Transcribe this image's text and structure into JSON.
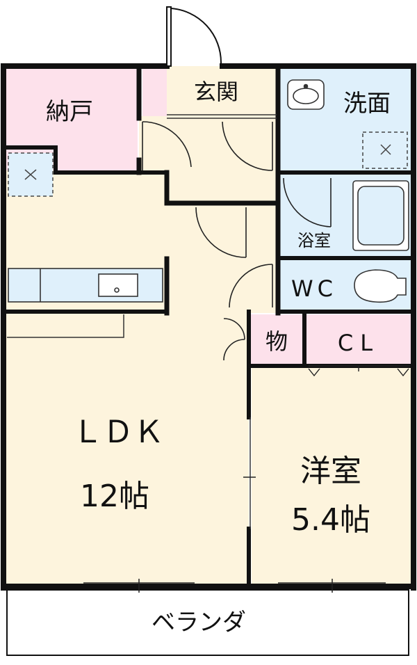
{
  "rooms": {
    "storage": "納戸",
    "entrance": "玄関",
    "washroom": "洗面",
    "bathroom": "浴室",
    "wc": "WC",
    "closet_small": "物",
    "closet": "CL",
    "ldk_name": "ＬＤＫ",
    "ldk_size": "12帖",
    "western_name": "洋室",
    "western_size": "5.4帖",
    "balcony": "ベランダ"
  },
  "colors": {
    "floor": "#fdf4dd",
    "wet_area": "#dff0fb",
    "storage": "#fde1eb",
    "wall": "#111111",
    "fixture": "#dff0fb"
  },
  "icons": {
    "vent": "ventilation-fan-icon",
    "sink": "sink-icon",
    "bathtub": "bathtub-icon",
    "toilet": "toilet-icon",
    "kitchen": "kitchen-counter-icon"
  }
}
